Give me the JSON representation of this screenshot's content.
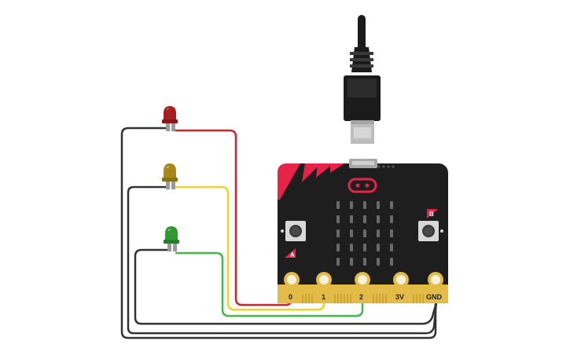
{
  "board": {
    "pins": {
      "p0": "0",
      "p1": "1",
      "p2": "2",
      "p3v": "3V",
      "gnd": "GND"
    },
    "buttons": {
      "a": "A",
      "b": "B"
    }
  },
  "colors": {
    "board": "#1e1e1e",
    "accent": "#e6244a",
    "gold": "#e2bc46",
    "wire_black": "#333333",
    "wire_red": "#d3222a",
    "wire_yellow": "#f0d22a",
    "wire_green": "#45b649",
    "led_red": "#a41f1f",
    "led_yellow": "#a6891a",
    "led_green": "#2f9a32",
    "cable": "#1b1b1b"
  },
  "leds": [
    {
      "name": "red-led",
      "color": "red"
    },
    {
      "name": "yellow-led",
      "color": "yellow"
    },
    {
      "name": "green-led",
      "color": "green"
    }
  ],
  "connections": [
    {
      "from": "red-led",
      "to": "0"
    },
    {
      "from": "yellow-led",
      "to": "1"
    },
    {
      "from": "green-led",
      "to": "2"
    },
    {
      "from": "red-led",
      "to": "GND"
    },
    {
      "from": "yellow-led",
      "to": "GND"
    },
    {
      "from": "green-led",
      "to": "GND"
    }
  ]
}
